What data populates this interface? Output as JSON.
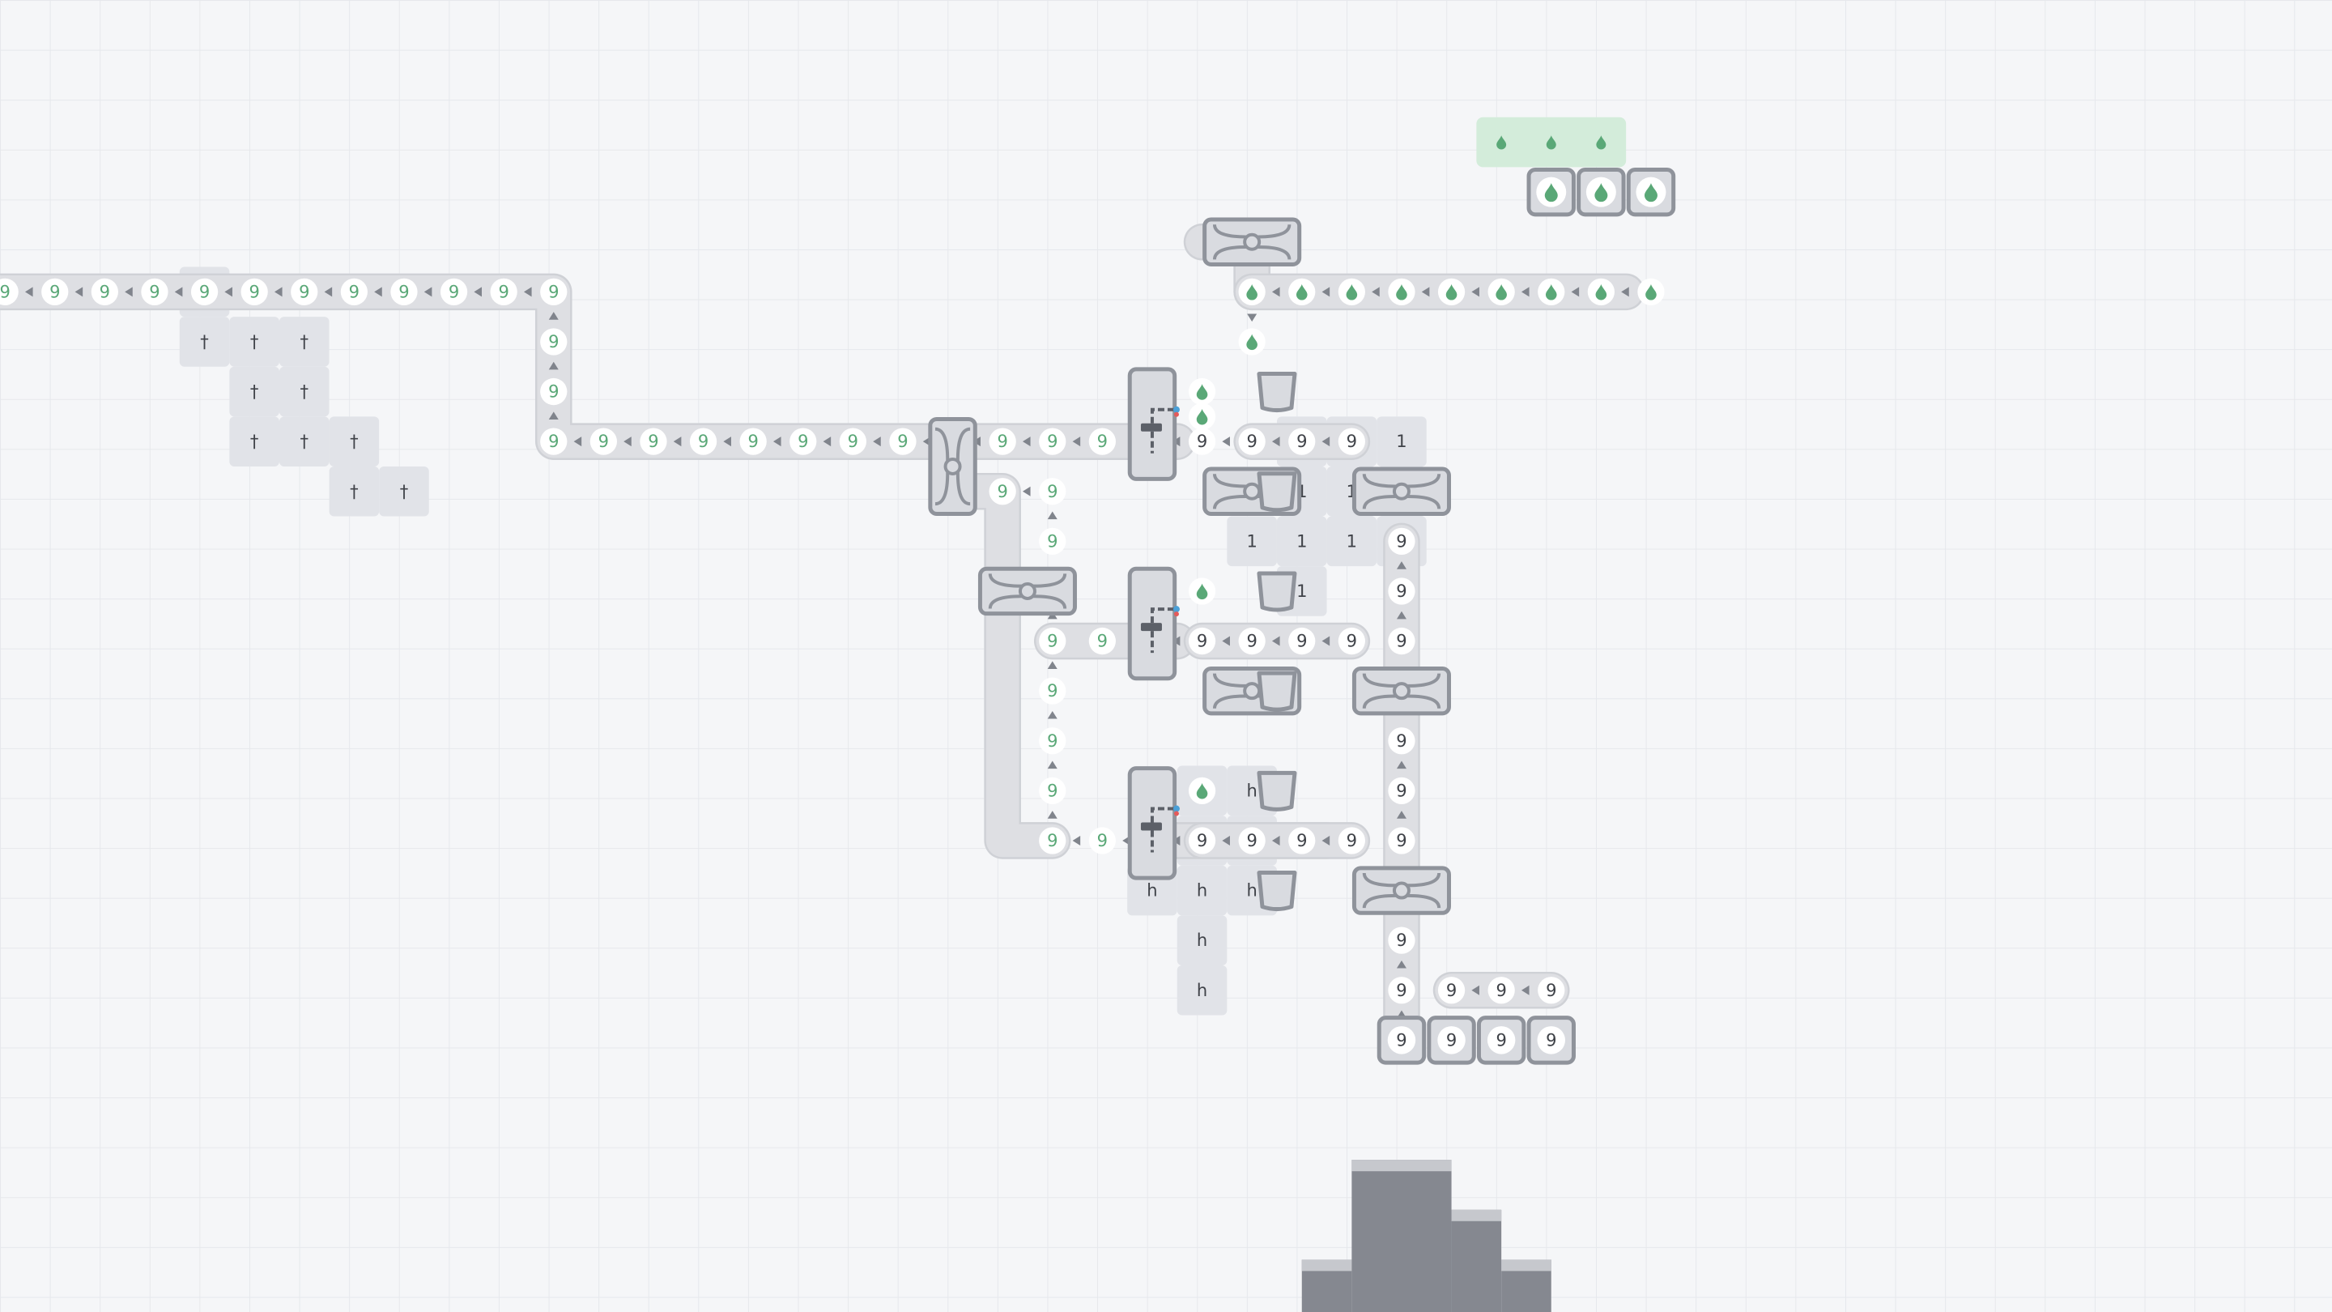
{
  "game": {
    "grid_size": 61.6,
    "colors": {
      "background": "#f5f6f8",
      "grid": "#e6e8ec",
      "belt": "#dedfe3",
      "belt_edge": "#cfd1d6",
      "item_bg": "#ffffff",
      "green_item": "#5aa877",
      "white_item": "#3f4248",
      "building_fill": "#d9dbe0",
      "building_edge": "#8f939b",
      "resource_patch": "#e1e3e8",
      "water_patch": "#d3ecda",
      "water_glyph": "#5aa877",
      "hub": "#858890",
      "hub_top": "#c6c8cd",
      "arrow": "#80848c",
      "accent_blue": "#4aa0d8",
      "accent_red": "#e35b5b"
    },
    "items": {
      "green_digit": "9",
      "white_digit": "9",
      "water_icon": "water-drop-icon"
    },
    "resource_patches": [
      {
        "id": "patch-dagger",
        "glyph": "†",
        "cells": [
          [
            3.75,
            5.5
          ],
          [
            3.75,
            6.5
          ],
          [
            4.75,
            6.5
          ],
          [
            5.75,
            6.5
          ],
          [
            4.75,
            7.5
          ],
          [
            5.75,
            7.5
          ],
          [
            4.75,
            8.5
          ],
          [
            5.75,
            8.5
          ],
          [
            6.75,
            8.5
          ],
          [
            6.75,
            9.5
          ],
          [
            7.75,
            9.5
          ]
        ]
      },
      {
        "id": "patch-one",
        "glyph": "1",
        "cells": [
          [
            25.75,
            8.5
          ],
          [
            26.75,
            8.5
          ],
          [
            27.75,
            8.5
          ],
          [
            25.75,
            9.5
          ],
          [
            26.75,
            9.5
          ],
          [
            27.75,
            9.5
          ],
          [
            24.75,
            10.5
          ],
          [
            25.75,
            10.5
          ],
          [
            26.75,
            10.5
          ],
          [
            27.75,
            10.5
          ],
          [
            25.75,
            11.5
          ]
        ]
      },
      {
        "id": "patch-h",
        "glyph": "h",
        "cells": [
          [
            23.75,
            15.5
          ],
          [
            24.75,
            15.5
          ],
          [
            23.75,
            16.5
          ],
          [
            24.75,
            16.5
          ],
          [
            22.75,
            17.5
          ],
          [
            23.75,
            17.5
          ],
          [
            24.75,
            17.5
          ],
          [
            23.75,
            18.5
          ],
          [
            23.75,
            19.5
          ]
        ]
      }
    ]
  }
}
